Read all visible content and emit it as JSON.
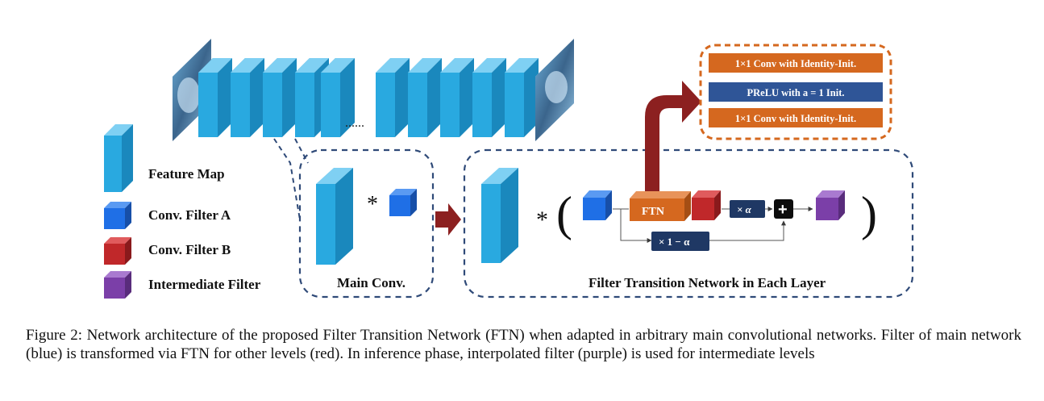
{
  "legend": {
    "feature_map": "Feature Map",
    "filter_a": "Conv. Filter A",
    "filter_b": "Conv. Filter B",
    "intermediate": "Intermediate Filter"
  },
  "ellipsis": "......",
  "main_conv": {
    "label": "Main Conv.",
    "conv_op": "*"
  },
  "ftn_panel": {
    "label": "Filter Transition Network in Each Layer",
    "conv_op": "*",
    "paren_open": "(",
    "paren_close": ")",
    "ftn_box": "FTN",
    "mult_alpha": "× α",
    "mult_one_minus_alpha": "× 1 − α",
    "plus": "+"
  },
  "ftn_detail": {
    "layers": [
      "1×1 Conv with Identity-Init.",
      "PReLU with a = 1 Init.",
      "1×1 Conv with Identity-Init."
    ]
  },
  "caption": "Figure 2: Network architecture of the proposed Filter Transition Network (FTN) when adapted in arbitrary main convolutional networks. Filter of main network (blue) is transformed via FTN for other levels (red). In inference phase, interpolated filter (purple) is used for intermediate levels",
  "colors": {
    "feature_map": "#29a9e0",
    "filter_a": "#1f6fe6",
    "filter_b": "#c0282a",
    "intermediate": "#7b3fa8",
    "ftn_orange": "#d5681f",
    "prelu_blue": "#2f5597",
    "navy": "#1f3864",
    "dark_red_arrow": "#8c2020",
    "dashed_border": "#2f4a78",
    "orange_border": "#d5681f"
  }
}
